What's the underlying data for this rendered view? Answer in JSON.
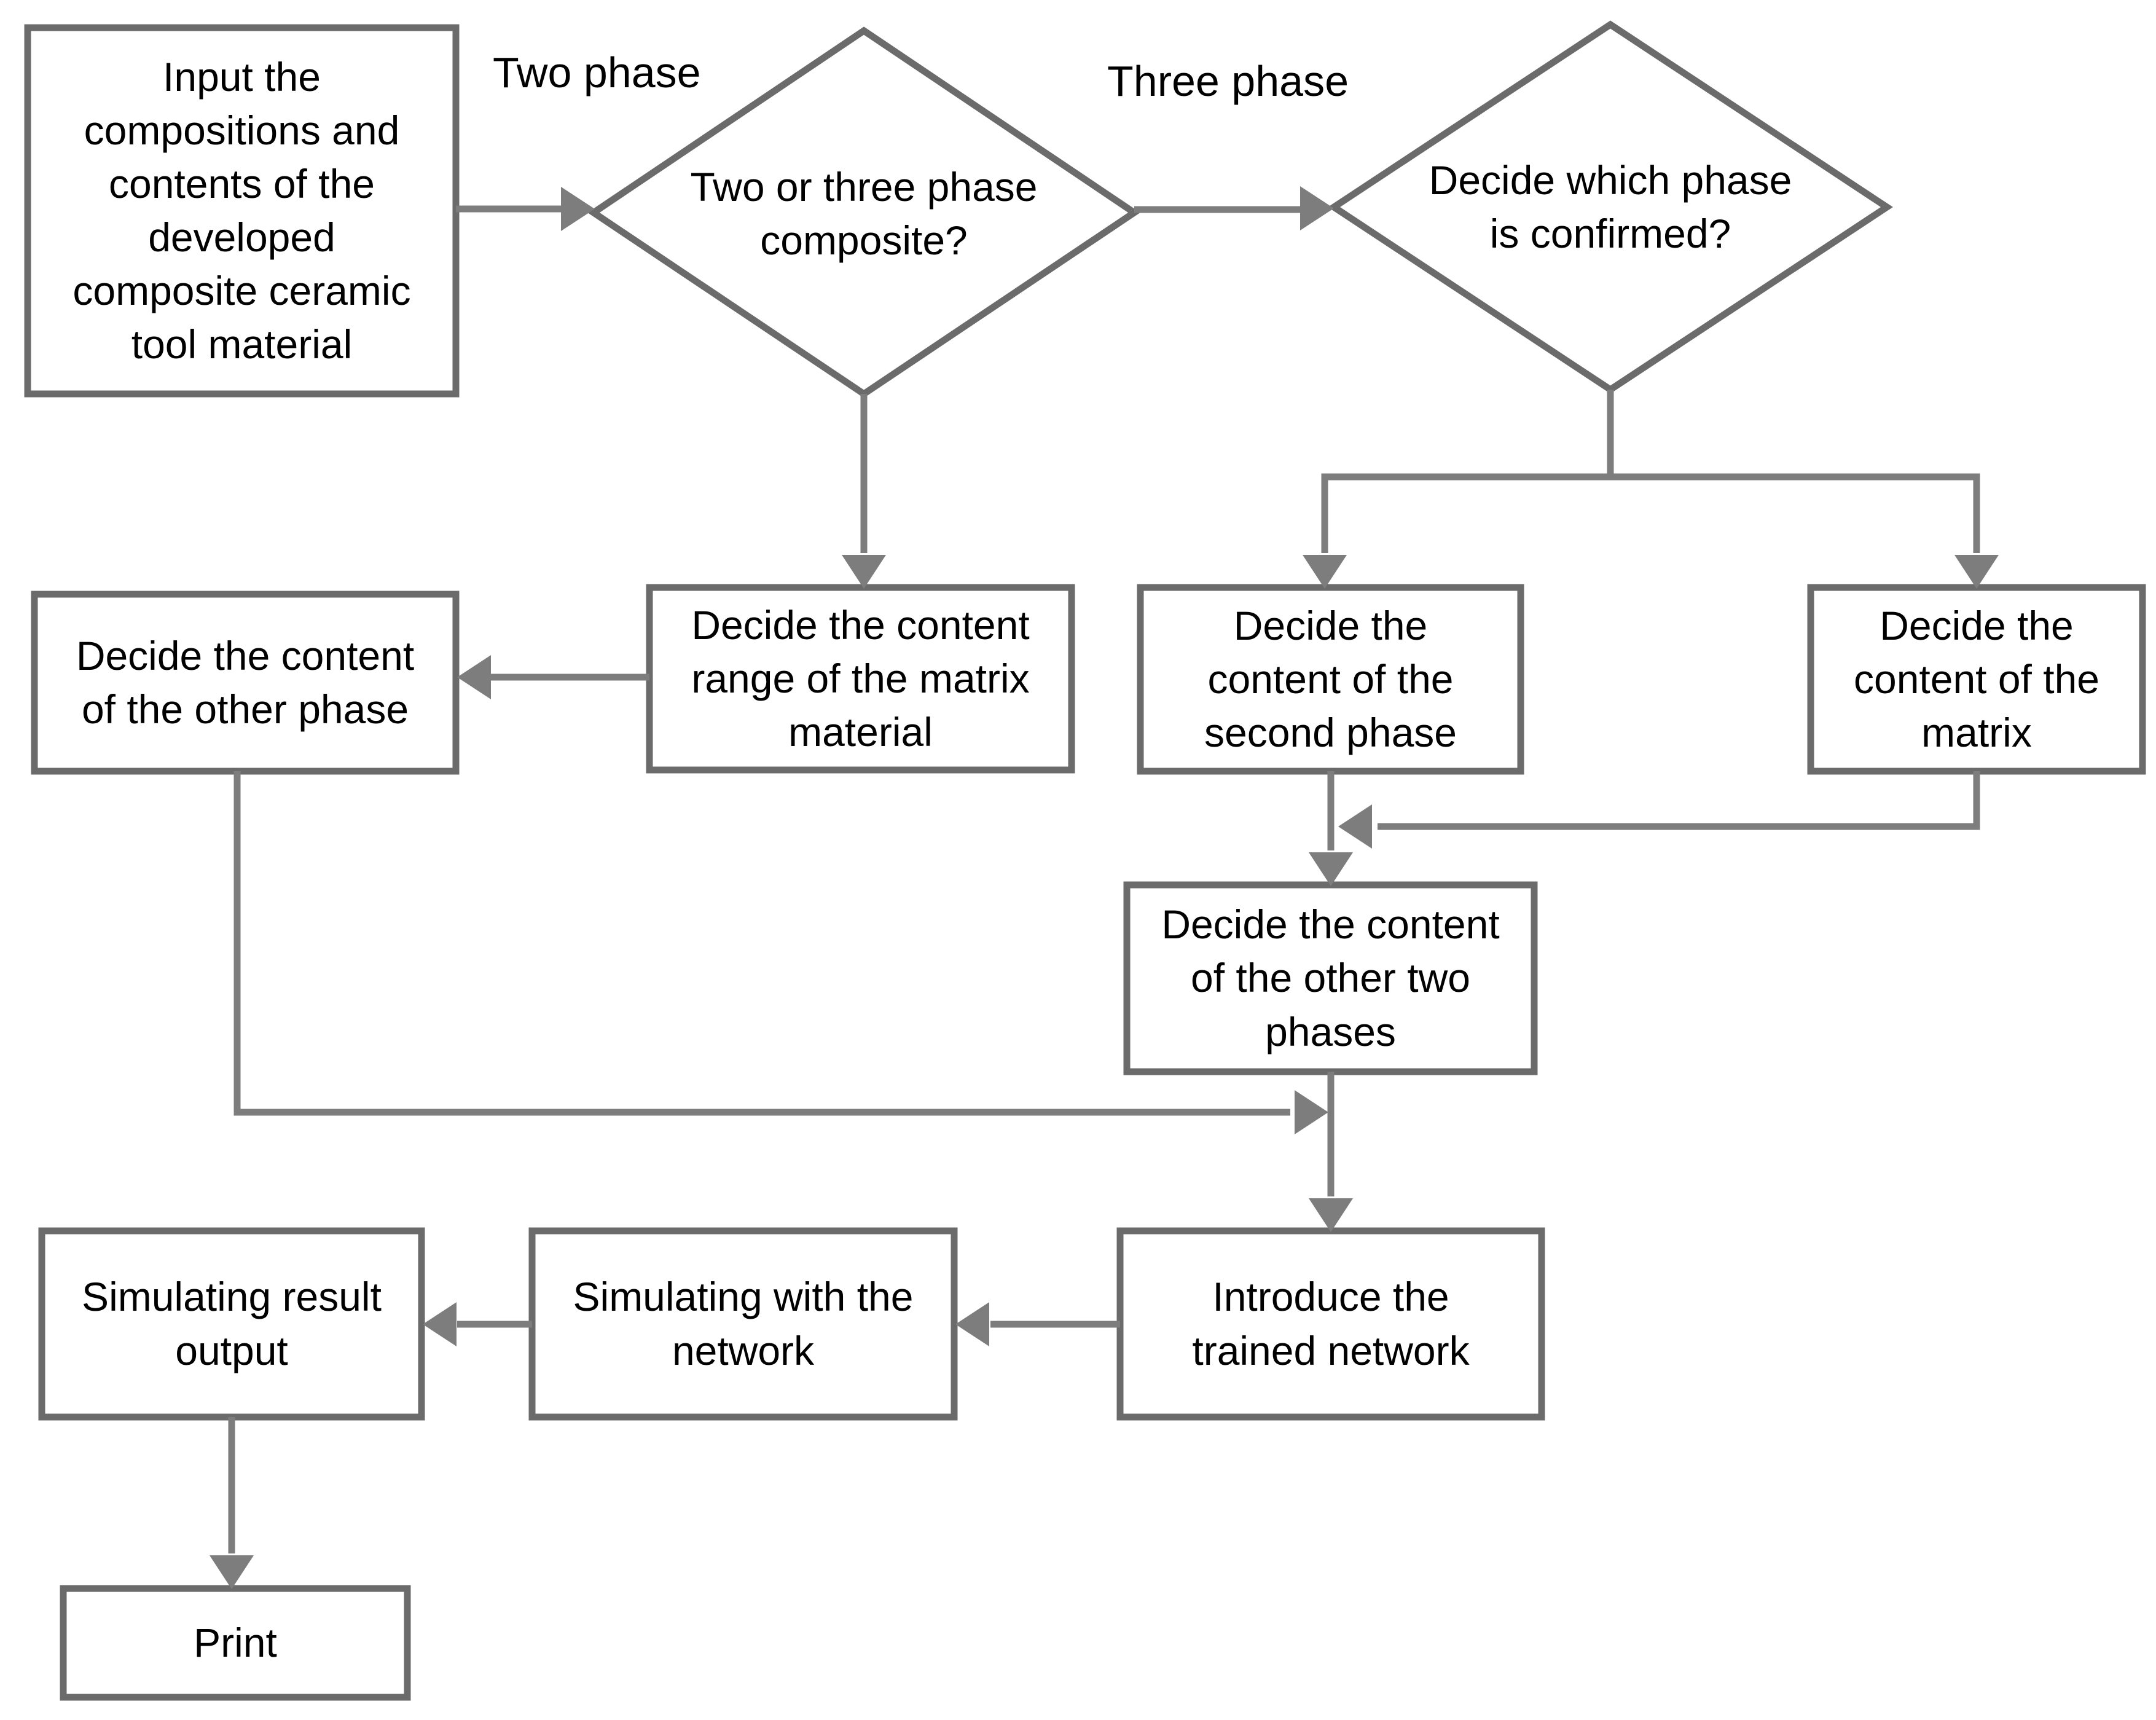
{
  "diagram": {
    "type": "flowchart",
    "colors": {
      "line": "#7d7d7d",
      "box_border": "#6b6b6b",
      "text": "#000000",
      "background": "#ffffff"
    },
    "branch_labels": {
      "two_phase": "Two phase",
      "three_phase": "Three phase"
    },
    "nodes": {
      "input": {
        "type": "process",
        "label": "Input the compositions and contents of the developed composite ceramic tool material"
      },
      "phase_decision": {
        "type": "decision",
        "label": "Two or three phase composite?"
      },
      "which_phase_decision": {
        "type": "decision",
        "label": "Decide which phase is confirmed?"
      },
      "matrix_range": {
        "type": "process",
        "label": "Decide the content range of the matrix material"
      },
      "other_phase": {
        "type": "process",
        "label": "Decide the content of the other phase"
      },
      "second_phase": {
        "type": "process",
        "label": "Decide the content of the second phase"
      },
      "matrix": {
        "type": "process",
        "label": "Decide the content of the matrix"
      },
      "other_two_phases": {
        "type": "process",
        "label": "Decide the content of the other two phases"
      },
      "introduce_network": {
        "type": "process",
        "label": "Introduce the trained network"
      },
      "simulate_network": {
        "type": "process",
        "label": "Simulating with the network"
      },
      "result_output": {
        "type": "process",
        "label": "Simulating result output"
      },
      "print": {
        "type": "process",
        "label": "Print"
      }
    },
    "edges": [
      {
        "from": "input",
        "to": "phase_decision",
        "label": ""
      },
      {
        "from": "phase_decision",
        "to": "matrix_range",
        "label": "Two phase"
      },
      {
        "from": "phase_decision",
        "to": "which_phase_decision",
        "label": "Three phase"
      },
      {
        "from": "matrix_range",
        "to": "other_phase",
        "label": ""
      },
      {
        "from": "which_phase_decision",
        "to": "second_phase",
        "label": ""
      },
      {
        "from": "which_phase_decision",
        "to": "matrix",
        "label": ""
      },
      {
        "from": "matrix",
        "to": "other_two_phases",
        "label": ""
      },
      {
        "from": "second_phase",
        "to": "other_two_phases",
        "label": ""
      },
      {
        "from": "other_phase",
        "to": "introduce_network",
        "label": ""
      },
      {
        "from": "other_two_phases",
        "to": "introduce_network",
        "label": ""
      },
      {
        "from": "introduce_network",
        "to": "simulate_network",
        "label": ""
      },
      {
        "from": "simulate_network",
        "to": "result_output",
        "label": ""
      },
      {
        "from": "result_output",
        "to": "print",
        "label": ""
      }
    ]
  }
}
